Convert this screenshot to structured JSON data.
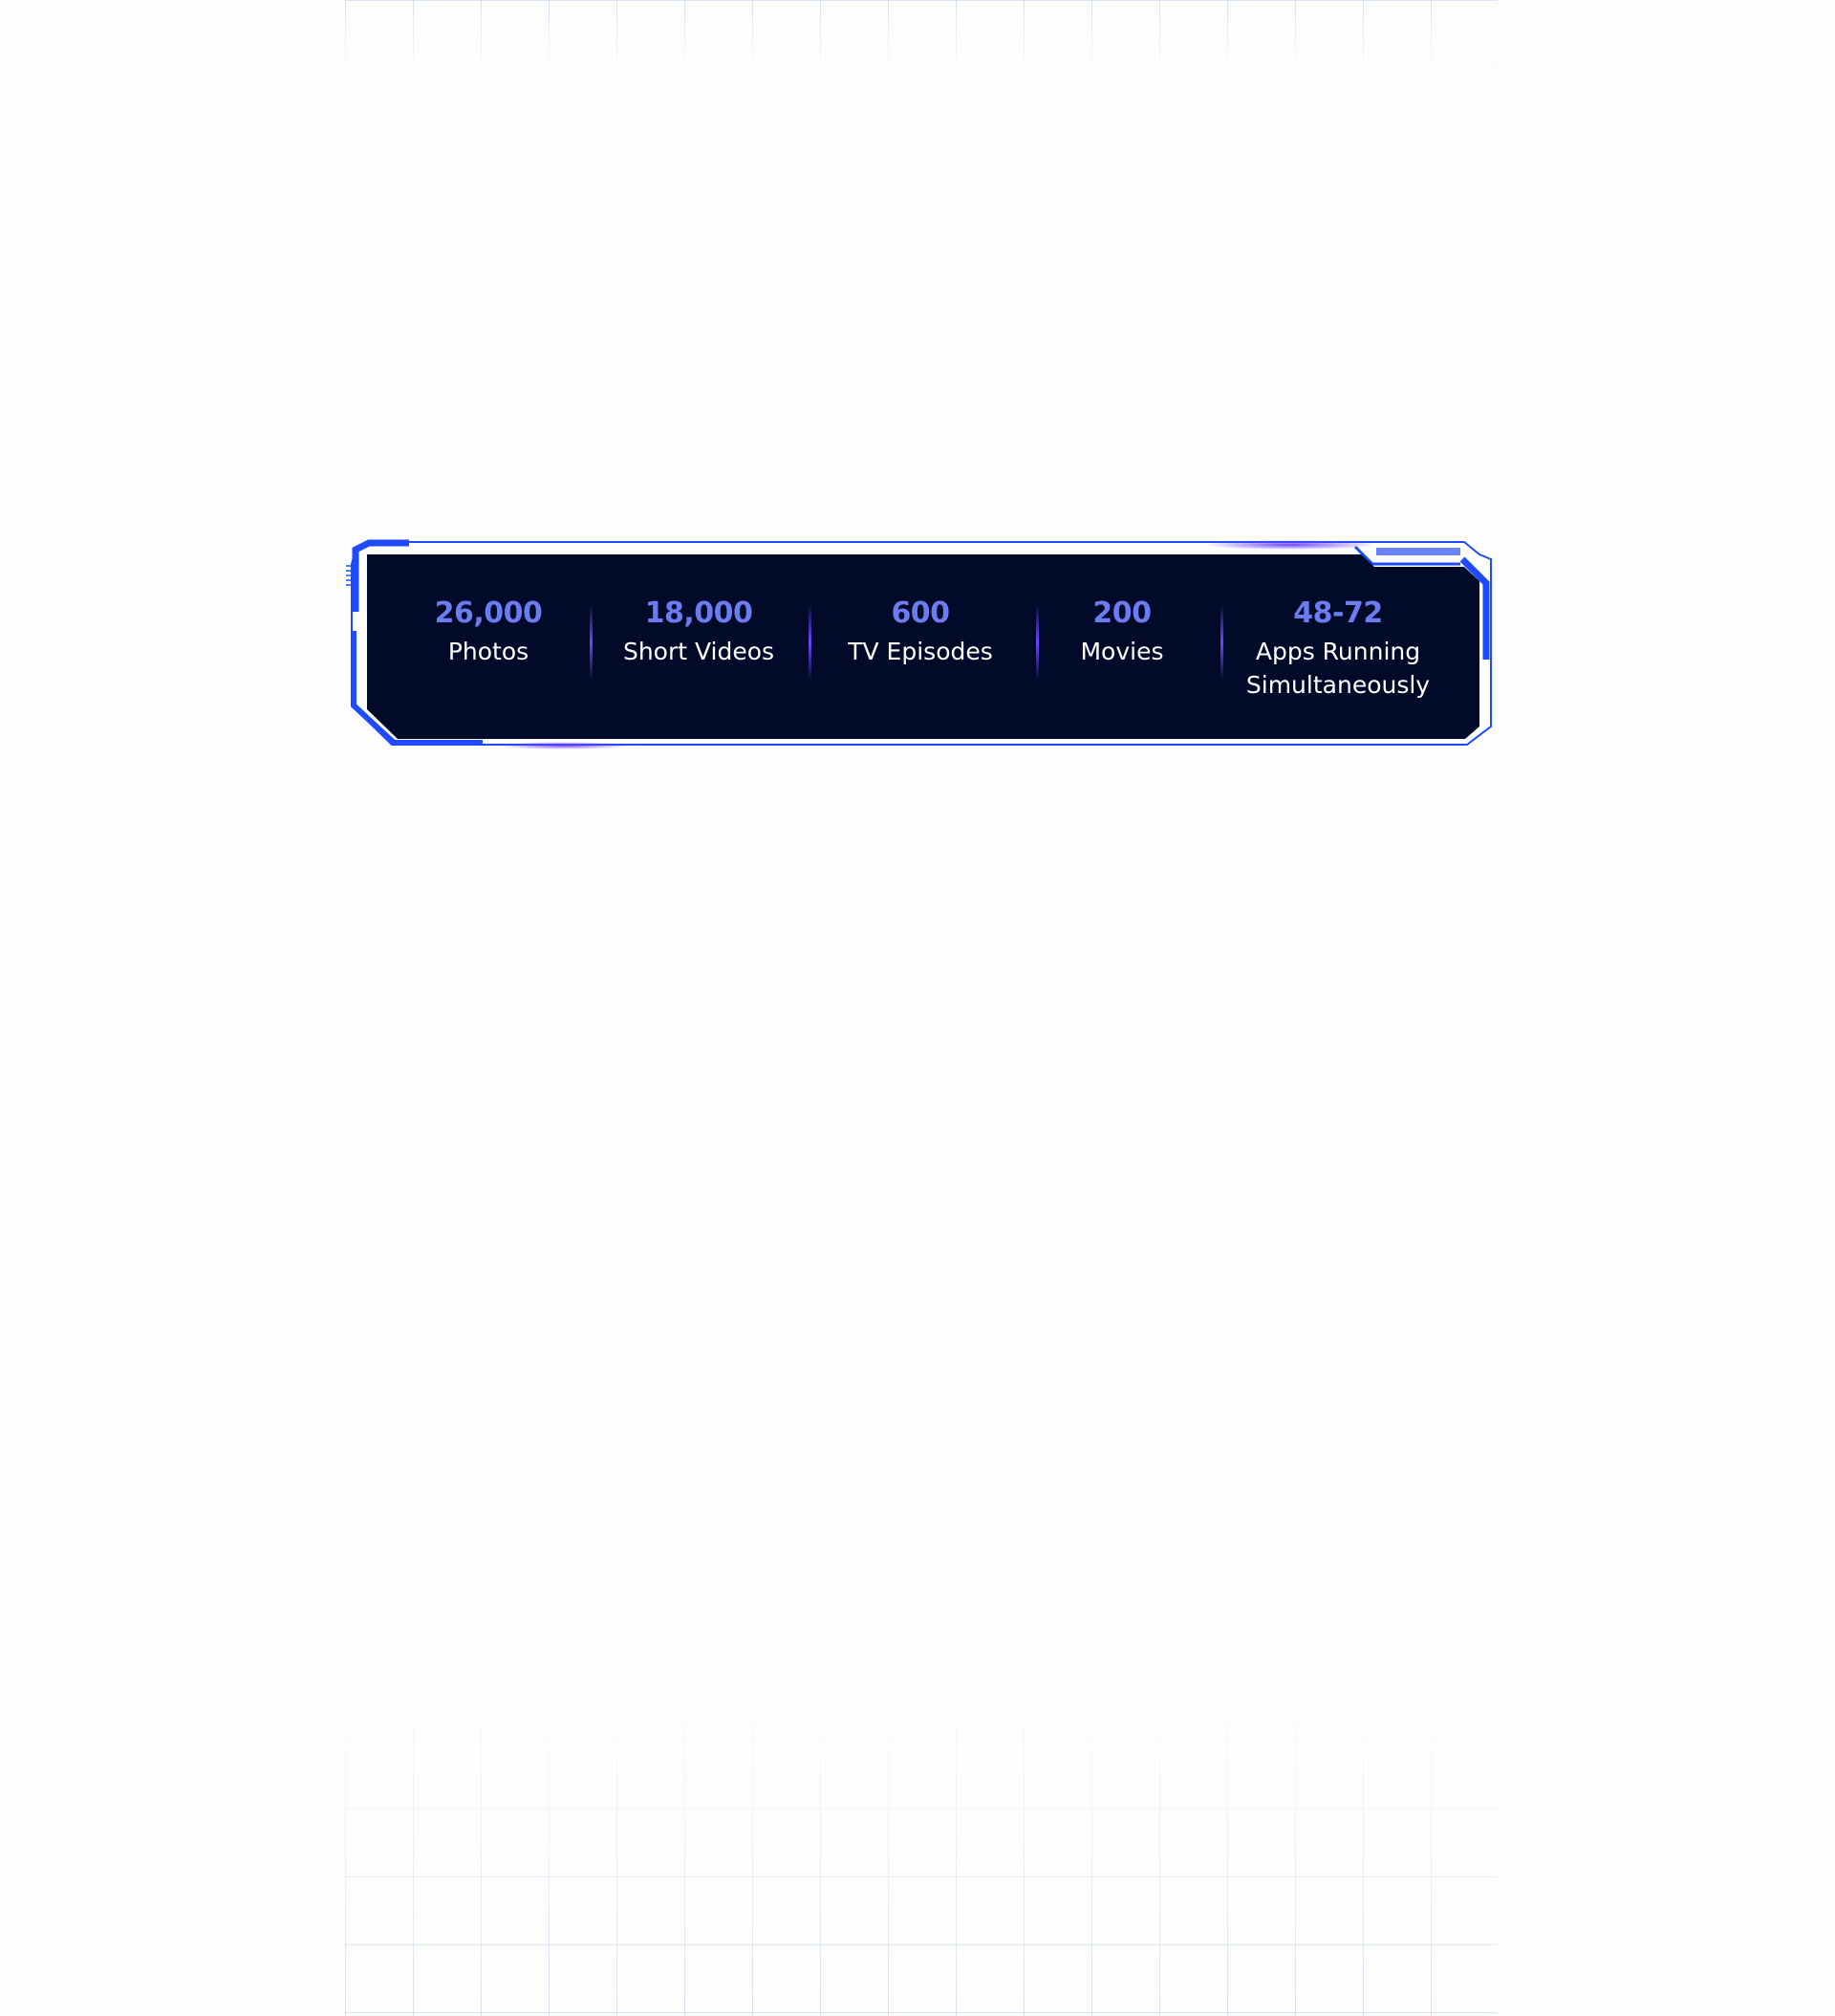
{
  "colors": {
    "panel": "#020a2a",
    "frame": "#1e4bff",
    "value": "#6b7cf0",
    "label": "#ffffff",
    "glow": "#6a3cff"
  },
  "stats": [
    {
      "value": "26,000",
      "label": "Photos"
    },
    {
      "value": "18,000",
      "label": "Short Videos"
    },
    {
      "value": "600",
      "label": "TV Episodes"
    },
    {
      "value": "200",
      "label": "Movies"
    },
    {
      "value": "48-72",
      "label": "Apps Running\nSimultaneously"
    }
  ]
}
